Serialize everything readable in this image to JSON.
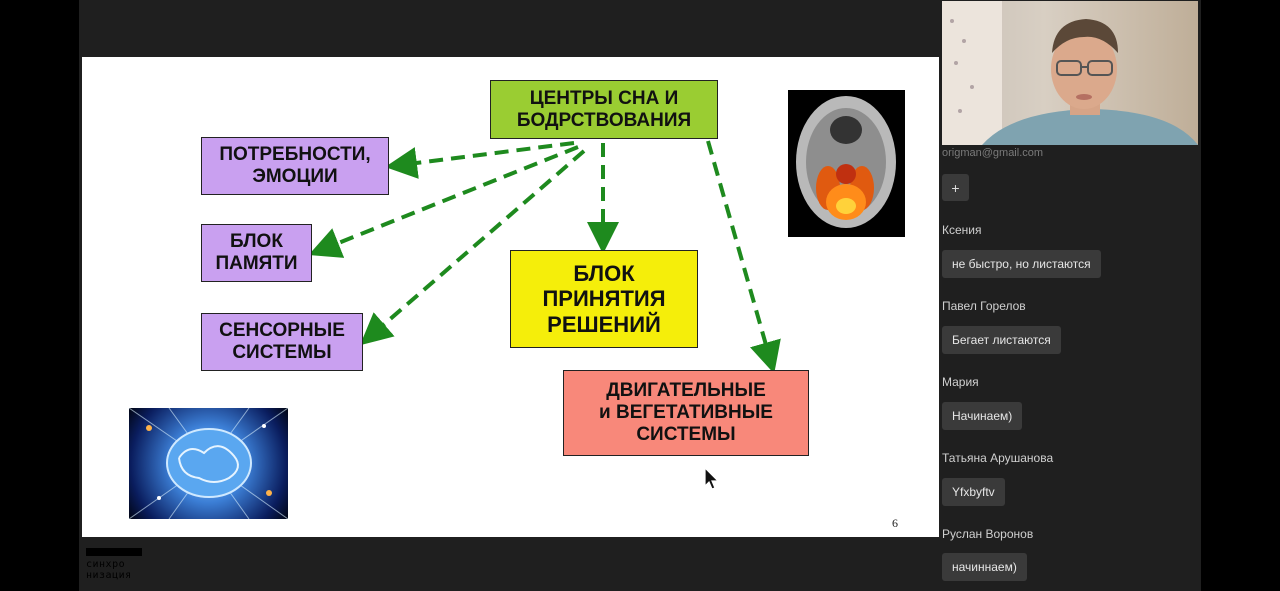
{
  "slide": {
    "boxes": {
      "sleep": "ЦЕНТРЫ СНА И\nБОДРСТВОВАНИЯ",
      "needs": "ПОТРЕБНОСТИ,\nЭМОЦИИ",
      "memory": "БЛОК\nПАМЯТИ",
      "sensory": "СЕНСОРНЫЕ\nСИСТЕМЫ",
      "decision": "БЛОК\nПРИНЯТИЯ\nРЕШЕНИЙ",
      "motor": "ДВИГАТЕЛЬНЫЕ\nи ВЕГЕТАТИВНЫЕ\nСИСТЕМЫ"
    },
    "page_number": "6",
    "arrow_color": "#1e8a1e"
  },
  "logo": {
    "line1": "синхро",
    "line2": "низация"
  },
  "participant": {
    "email": "origman@gmail.com"
  },
  "chat": {
    "add_label": "+",
    "messages": [
      {
        "sender": "Ксения",
        "text": "не быстро, но листаются"
      },
      {
        "sender": "Павел Горелов",
        "text": "Бегает листаются"
      },
      {
        "sender": "Мария",
        "text": "Начинаем)"
      },
      {
        "sender": "Татьяна Арушанова",
        "text": "Yfxbyftv"
      },
      {
        "sender": "Руслан Воронов",
        "text": "начиннаем)"
      }
    ]
  }
}
